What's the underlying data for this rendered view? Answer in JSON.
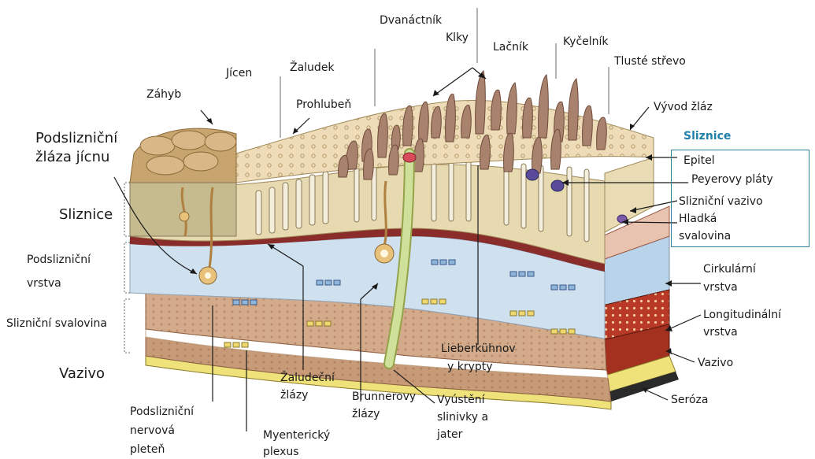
{
  "labels": {
    "dvanactnik": "Dvanáctník",
    "klky": "Klky",
    "lacnik": "Lačník",
    "kycelnik": "Kyčelník",
    "jicen": "Jícen",
    "zaludek": "Žaludek",
    "tluste_strevo": "Tlusté střevo",
    "zahyb": "Záhyb",
    "prohluben": "Prohlubeň",
    "vyvod_zlaz": "Vývod žláz",
    "podslizn_zlaza_1": "Podslizniční",
    "podslizn_zlaza_2": "žláza jícnu",
    "sliznice_left": "Sliznice",
    "podslizn_vrstva_1": "Podslizniční",
    "podslizn_vrstva_2": "vrstva",
    "slizn_svalovina": "Slizniční svalovina",
    "vazivo_left": "Vazivo",
    "sliznice_title": "Sliznice",
    "epitel": "Epitel",
    "peyerovy": "Peyerovy pláty",
    "slizn_vazivo": "Slizniční vazivo",
    "hladka_1": "Hladká",
    "hladka_2": "svalovina",
    "cirkularni_1": "Cirkulární",
    "cirkularni_2": "vrstva",
    "longitudinalni_1": "Longitudinální",
    "longitudinalni_2": "vrstva",
    "vazivo_right": "Vazivo",
    "seroza": "Seróza",
    "lieberkuhn_1": "Lieberkühnov",
    "lieberkuhn_2": "y krypty",
    "zaludecni_1": "Žaludeční",
    "zaludecni_2": "žlázy",
    "brunner_1": "Brunnerovy",
    "brunner_2": "žlázy",
    "vyusteni_1": "Vyústění",
    "vyusteni_2": "slinivky a",
    "vyusteni_3": "jater",
    "nervova_1": "Podslizniční",
    "nervova_2": "nervová",
    "nervova_3": "pleteň",
    "myenter_1": "Myenterický",
    "myenter_2": "plexus"
  },
  "colors": {
    "epithelium": "#eadfb8",
    "villi": "#a9826e",
    "submucosa": "#cfe0ef",
    "muscle": "#caa27f",
    "muscularis_mucosae": "#8a2d2a",
    "serosa": "#efe27a",
    "circular_layer": "#b83a26",
    "accent_blue": "#1f7fa8"
  }
}
